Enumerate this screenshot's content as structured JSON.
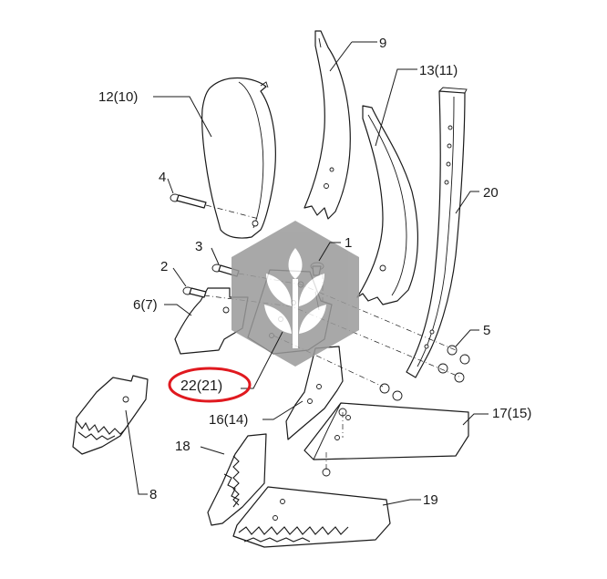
{
  "labels": {
    "l1": "1",
    "l2": "2",
    "l3": "3",
    "l4": "4",
    "l5": "5",
    "l6_7": "6(7)",
    "l8": "8",
    "l9": "9",
    "l12_10": "12(10)",
    "l13_11": "13(11)",
    "l16_14": "16(14)",
    "l17_15": "17(15)",
    "l18": "18",
    "l19": "19",
    "l20": "20",
    "l22_21": "22(21)"
  },
  "colors": {
    "line": "#1a1a1a",
    "highlight_ring": "#e0191f",
    "watermark": "#9a9a9a"
  },
  "watermark": {
    "icon": "wheat-leaf-hexagon-icon",
    "opacity": 0.85
  }
}
